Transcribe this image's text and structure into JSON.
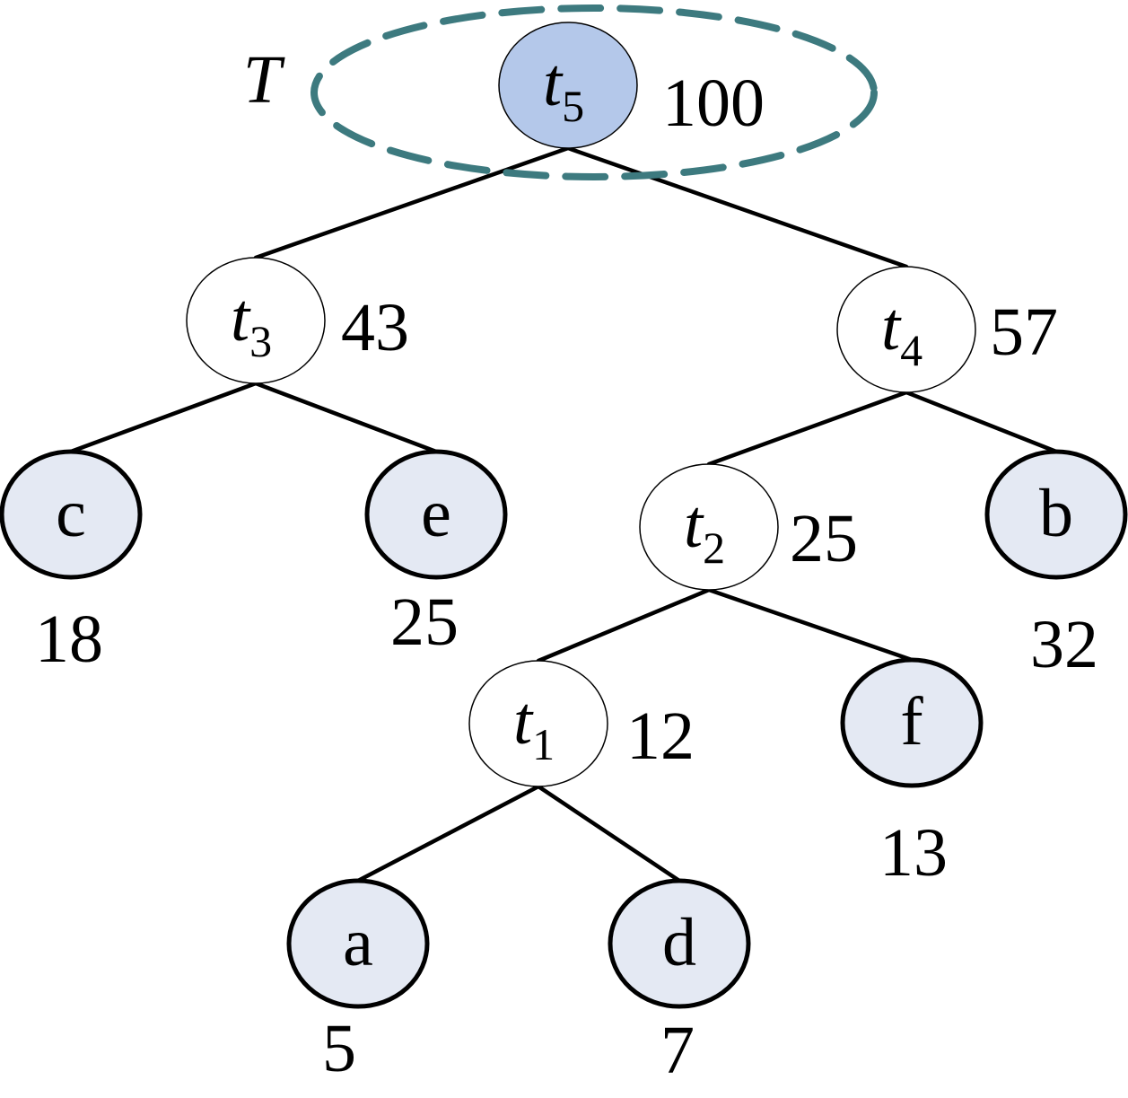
{
  "diagram": {
    "colors": {
      "root_fill": "#b4c8ea",
      "internal_fill": "#ffffff",
      "leaf_fill": "#e4e9f3",
      "boundary_stroke": "#3d7a7f",
      "edge_stroke": "#000000"
    },
    "boundary_label": "T",
    "nodes": [
      {
        "id": "t5",
        "kind": "root",
        "letter": "t",
        "sub": "5",
        "weight": "100"
      },
      {
        "id": "t3",
        "kind": "internal",
        "letter": "t",
        "sub": "3",
        "weight": "43"
      },
      {
        "id": "t4",
        "kind": "internal",
        "letter": "t",
        "sub": "4",
        "weight": "57"
      },
      {
        "id": "c",
        "kind": "leaf",
        "letter": "c",
        "sub": "",
        "weight": "18"
      },
      {
        "id": "e",
        "kind": "leaf",
        "letter": "e",
        "sub": "",
        "weight": "25"
      },
      {
        "id": "t2",
        "kind": "internal",
        "letter": "t",
        "sub": "2",
        "weight": "25"
      },
      {
        "id": "b",
        "kind": "leaf",
        "letter": "b",
        "sub": "",
        "weight": "32"
      },
      {
        "id": "t1",
        "kind": "internal",
        "letter": "t",
        "sub": "1",
        "weight": "12"
      },
      {
        "id": "f",
        "kind": "leaf",
        "letter": "f",
        "sub": "",
        "weight": "13"
      },
      {
        "id": "a",
        "kind": "leaf",
        "letter": "a",
        "sub": "",
        "weight": "5"
      },
      {
        "id": "d",
        "kind": "leaf",
        "letter": "d",
        "sub": "",
        "weight": "7"
      }
    ],
    "edges": [
      [
        "t5",
        "t3"
      ],
      [
        "t5",
        "t4"
      ],
      [
        "t3",
        "c"
      ],
      [
        "t3",
        "e"
      ],
      [
        "t4",
        "t2"
      ],
      [
        "t4",
        "b"
      ],
      [
        "t2",
        "t1"
      ],
      [
        "t2",
        "f"
      ],
      [
        "t1",
        "a"
      ],
      [
        "t1",
        "d"
      ]
    ]
  }
}
